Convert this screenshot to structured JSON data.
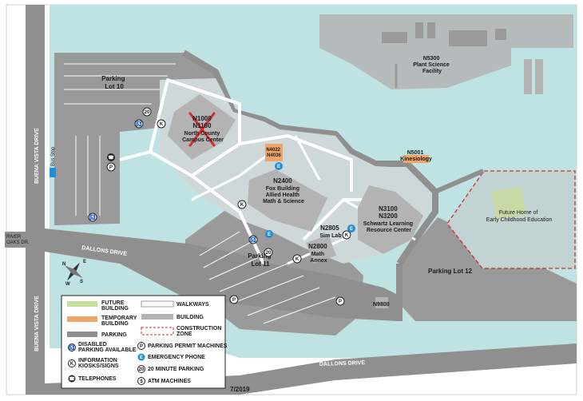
{
  "colors": {
    "water": "#bfe3e3",
    "land": "#d0d0d0",
    "road": "#8f8f8f",
    "parking": "#9a9a9a",
    "building": "#b3b3b3",
    "walkway": "#ffffff",
    "temporary": "#f0a66a",
    "future": "#c7df9a",
    "emergency": "#1f8fd6",
    "construction": "#d62b2b"
  },
  "roads": {
    "buena_vista_1": "BUENA VISTA DRIVE",
    "buena_vista_2": "BUENA VISTA DRIVE",
    "river_oaks": "RIVER OAKS DR.",
    "dallons_1": "DALLONS DRIVE",
    "dallons_2": "DALLONS DRIVE",
    "bus_stop": "Bus Stop"
  },
  "labels": {
    "parking_lot_10": [
      "Parking",
      "Lot 10"
    ],
    "parking_lot_11": [
      "Parking",
      "Lot 11"
    ],
    "parking_lot_12": "Parking Lot 12",
    "n1000": [
      "N1000",
      "N1100",
      "North County",
      "Campus Center"
    ],
    "n5300": [
      "N5300",
      "Plant Science",
      "Facility"
    ],
    "n4022": [
      "N4022",
      "N4036"
    ],
    "n5001": [
      "N5001",
      "Kinesiology"
    ],
    "n2400": [
      "N2400",
      "Fox Building",
      "Allied Health",
      "Math & Science"
    ],
    "n3100": [
      "N3100",
      "N3200",
      "Schwartz Learning",
      "Resource Center"
    ],
    "n2805": [
      "N2805",
      "Sim Lab"
    ],
    "n2800": [
      "N2800",
      "Math",
      "Annex"
    ],
    "n9800": "N9800",
    "future_home": [
      "Future Home of",
      "Early Childhood Education"
    ]
  },
  "legend": {
    "future_building": [
      "FUTURE",
      "BUILDING"
    ],
    "temporary_building": [
      "TEMPORARY",
      "BUILDING"
    ],
    "parking": "PARKING",
    "walkways": "WALKWAYS",
    "building": "BUILDING",
    "construction_zone": [
      "CONSTRUCTION",
      "ZONE"
    ],
    "disabled": [
      "DISABLED",
      "PARKING AVAILABLE"
    ],
    "information": [
      "INFORMATION",
      "KIOSKS/SIGNS"
    ],
    "telephones": "TELEPHONES",
    "permit": "PARKING PERMIT MACHINES",
    "emergency": "EMERGENCY PHONE",
    "twenty_min": "20 MINUTE PARKING",
    "atm": "ATM MACHINES"
  },
  "symbols": {
    "disabled": "♿",
    "info": "K",
    "telephone": "☎",
    "permit": "P",
    "emergency": "E",
    "twenty": "20",
    "atm": "$"
  },
  "compass": {
    "n": "N",
    "s": "S",
    "e": "E",
    "w": "W"
  },
  "date": "7/2019"
}
